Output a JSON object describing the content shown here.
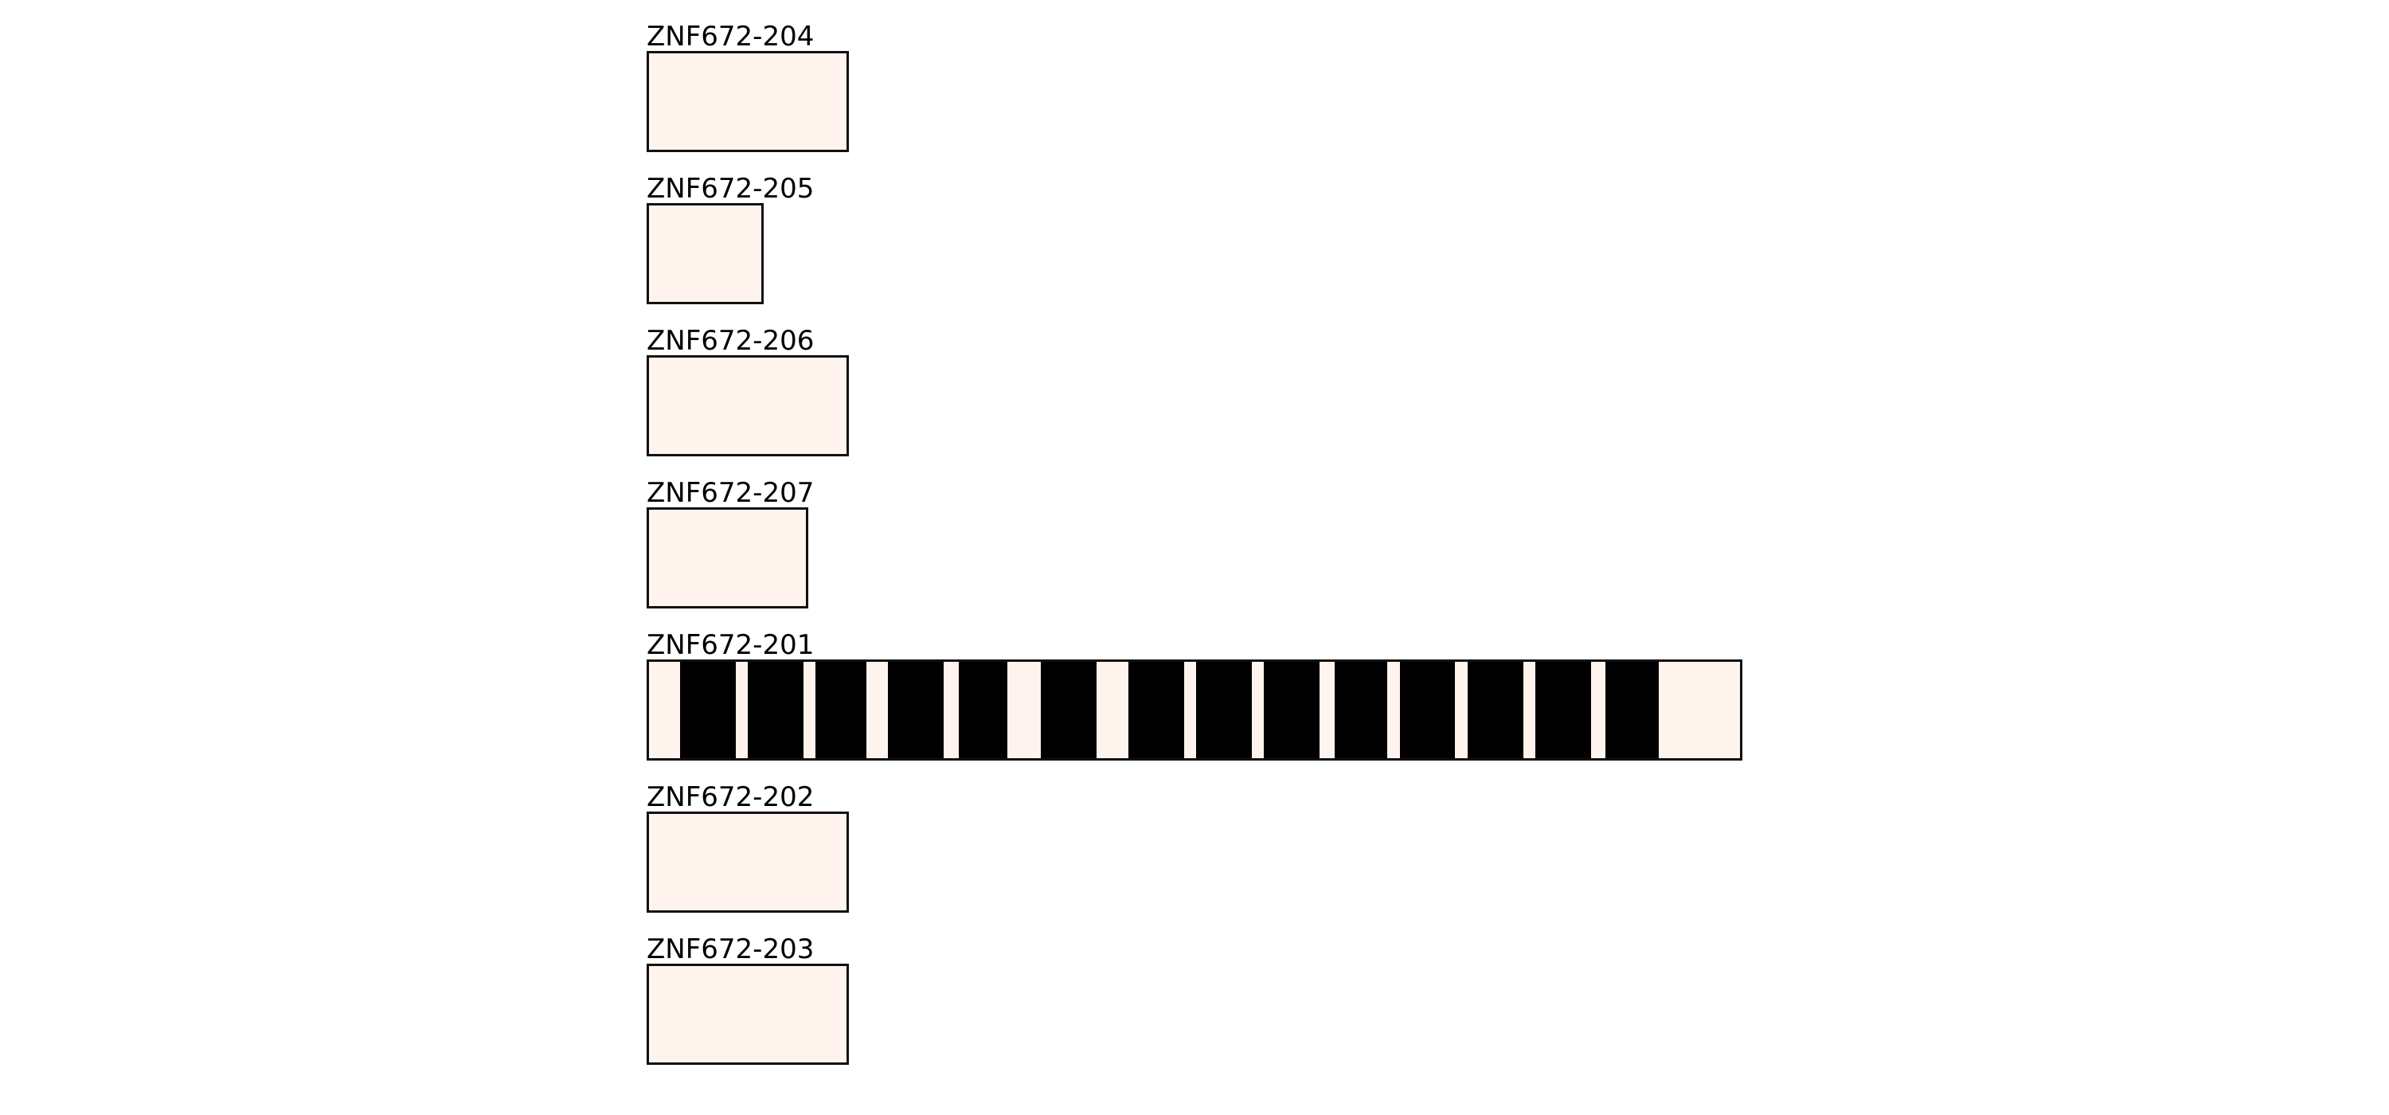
{
  "diagram": {
    "type": "transcript-structure",
    "colors": {
      "background_fill": "#fff3ee",
      "feature_fill": "#000000",
      "outline": "#111111"
    },
    "transcripts": [
      {
        "name": "ZNF672-204",
        "length": 254,
        "segments": []
      },
      {
        "name": "ZNF672-205",
        "length": 147,
        "segments": []
      },
      {
        "name": "ZNF672-206",
        "length": 254,
        "segments": []
      },
      {
        "name": "ZNF672-207",
        "length": 203,
        "segments": []
      },
      {
        "name": "ZNF672-201",
        "length": 1376,
        "segments": [
          [
            42,
            112
          ],
          [
            127,
            197
          ],
          [
            212,
            276
          ],
          [
            303,
            373
          ],
          [
            392,
            453
          ],
          [
            495,
            565
          ],
          [
            605,
            675
          ],
          [
            690,
            760
          ],
          [
            775,
            845
          ],
          [
            864,
            930
          ],
          [
            946,
            1015
          ],
          [
            1031,
            1101
          ],
          [
            1116,
            1186
          ],
          [
            1204,
            1271
          ]
        ]
      },
      {
        "name": "ZNF672-202",
        "length": 254,
        "segments": []
      },
      {
        "name": "ZNF672-203",
        "length": 254,
        "segments": []
      }
    ]
  }
}
